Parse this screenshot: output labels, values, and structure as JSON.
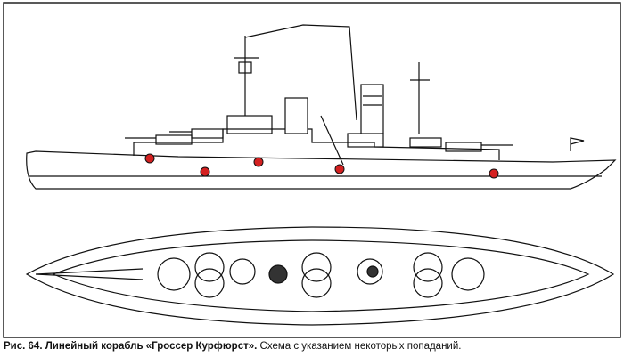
{
  "caption": {
    "title": "Рис. 64. Линейный корабль «Гроссер Курфюрст».",
    "text": "Схема с указанием некоторых попаданий."
  },
  "colors": {
    "hit_marker": "#d42020",
    "line": "#111111"
  },
  "hits_count": 5
}
